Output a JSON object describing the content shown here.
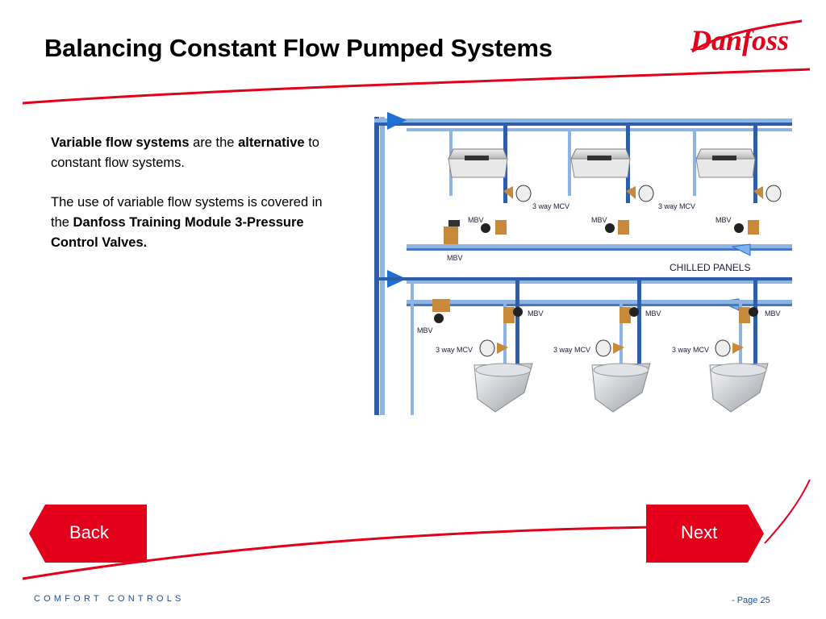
{
  "header": {
    "title": "Balancing Constant Flow Pumped Systems",
    "logo_text": "Danfoss"
  },
  "content": {
    "p1_bold1": "Variable flow systems",
    "p1_text1": " are the ",
    "p1_bold2": "alternative",
    "p1_text2": " to constant flow systems.",
    "p2_text": "The use of variable flow systems is covered in the ",
    "p2_bold": "Danfoss Training Module 3-Pressure Control Valves."
  },
  "diagram": {
    "top_valve_labels": [
      "MBV",
      "MBV",
      "MBV"
    ],
    "top_mcv_labels": [
      "3 way MCV",
      "3 way MCV"
    ],
    "left_mbv_top": "MBV",
    "section_label": "CHILLED PANELS",
    "bottom_mbv_labels": [
      "MBV",
      "MBV",
      "MBV"
    ],
    "left_mbv_bottom": "MBV",
    "bottom_mcv_labels": [
      "3 way MCV",
      "3 way MCV",
      "3 way MCV"
    ]
  },
  "nav": {
    "back_label": "Back",
    "next_label": "Next"
  },
  "footer": {
    "brand_line": "COMFORT   CONTROLS",
    "page_label": "- Page 25"
  },
  "colors": {
    "brand_red": "#e2001a",
    "pipe_blue": "#6fa0d8",
    "pipe_dark_blue": "#2f5ea8",
    "footer_blue": "#1a4f9c"
  }
}
